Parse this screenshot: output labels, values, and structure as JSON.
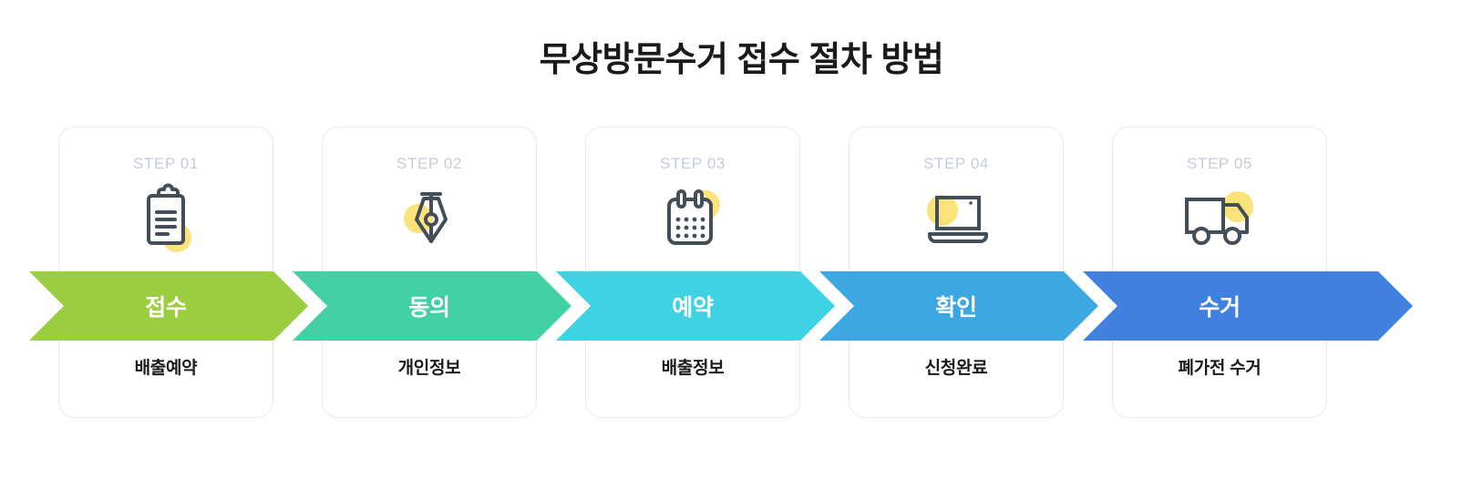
{
  "page": {
    "title": "무상방문수거 접수 절차 방법",
    "background_color": "#ffffff",
    "accent_yellow": "#FBE27A",
    "icon_stroke_color": "#434E58",
    "card_border_color": "#e8eaed",
    "step_label_color": "#c5cbd6",
    "caption_color": "#1a1a1a",
    "banner_text_color": "#ffffff"
  },
  "steps": [
    {
      "step_label": "STEP 01",
      "icon": "clipboard-icon",
      "banner_label": "접수",
      "caption": "배출예약",
      "color": "#9ACD3F"
    },
    {
      "step_label": "STEP 02",
      "icon": "pen-nib-icon",
      "banner_label": "동의",
      "caption": "개인정보",
      "color": "#41D1A4"
    },
    {
      "step_label": "STEP 03",
      "icon": "calendar-icon",
      "banner_label": "예약",
      "caption": "배출정보",
      "color": "#3FD2E3"
    },
    {
      "step_label": "STEP 04",
      "icon": "laptop-icon",
      "banner_label": "확인",
      "caption": "신청완료",
      "color": "#3CA7E0"
    },
    {
      "step_label": "STEP 05",
      "icon": "truck-icon",
      "banner_label": "수거",
      "caption": "폐가전 수거",
      "color": "#4080DE"
    }
  ]
}
